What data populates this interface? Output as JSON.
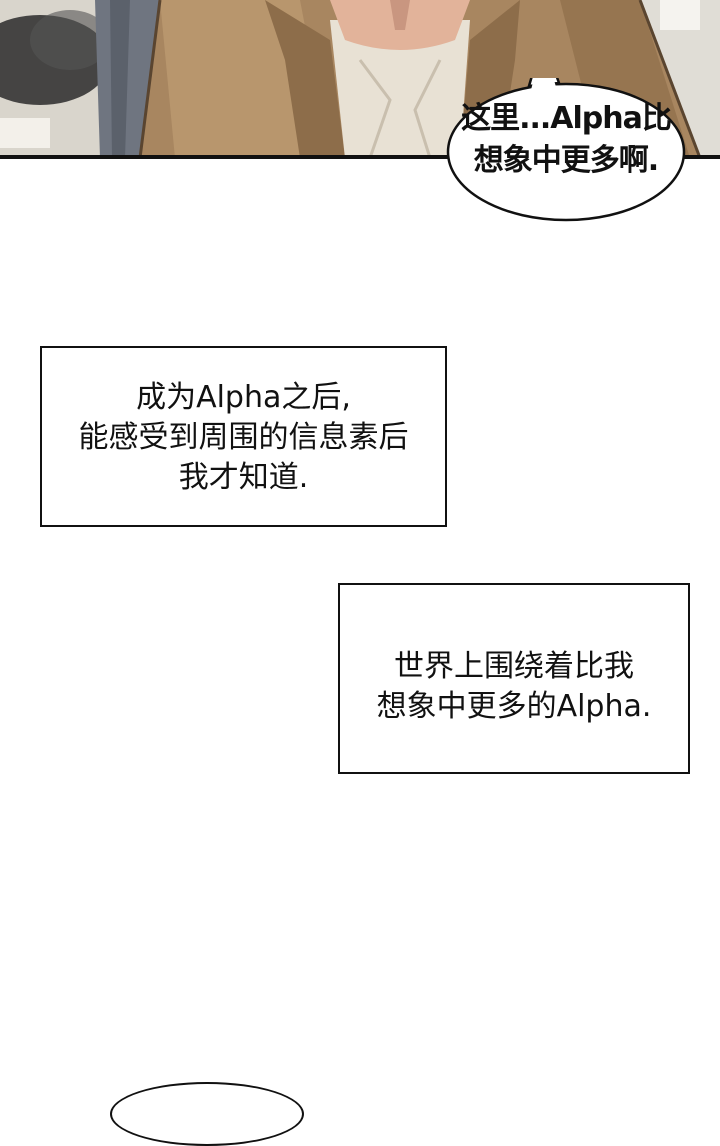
{
  "speech_bubble": {
    "lines": [
      "这里...Alpha比",
      "想象中更多啊."
    ]
  },
  "caption_1": {
    "lines": [
      "成为Alpha之后,",
      "能感受到周围的信息素后",
      "我才知道."
    ]
  },
  "caption_2": {
    "lines": [
      "世界上围绕着比我",
      "想象中更多的Alpha."
    ]
  },
  "colors": {
    "jacket": "#a88660",
    "shirt": "#e8e1d4",
    "skin": "#e2b39a",
    "ink": "#111111"
  }
}
